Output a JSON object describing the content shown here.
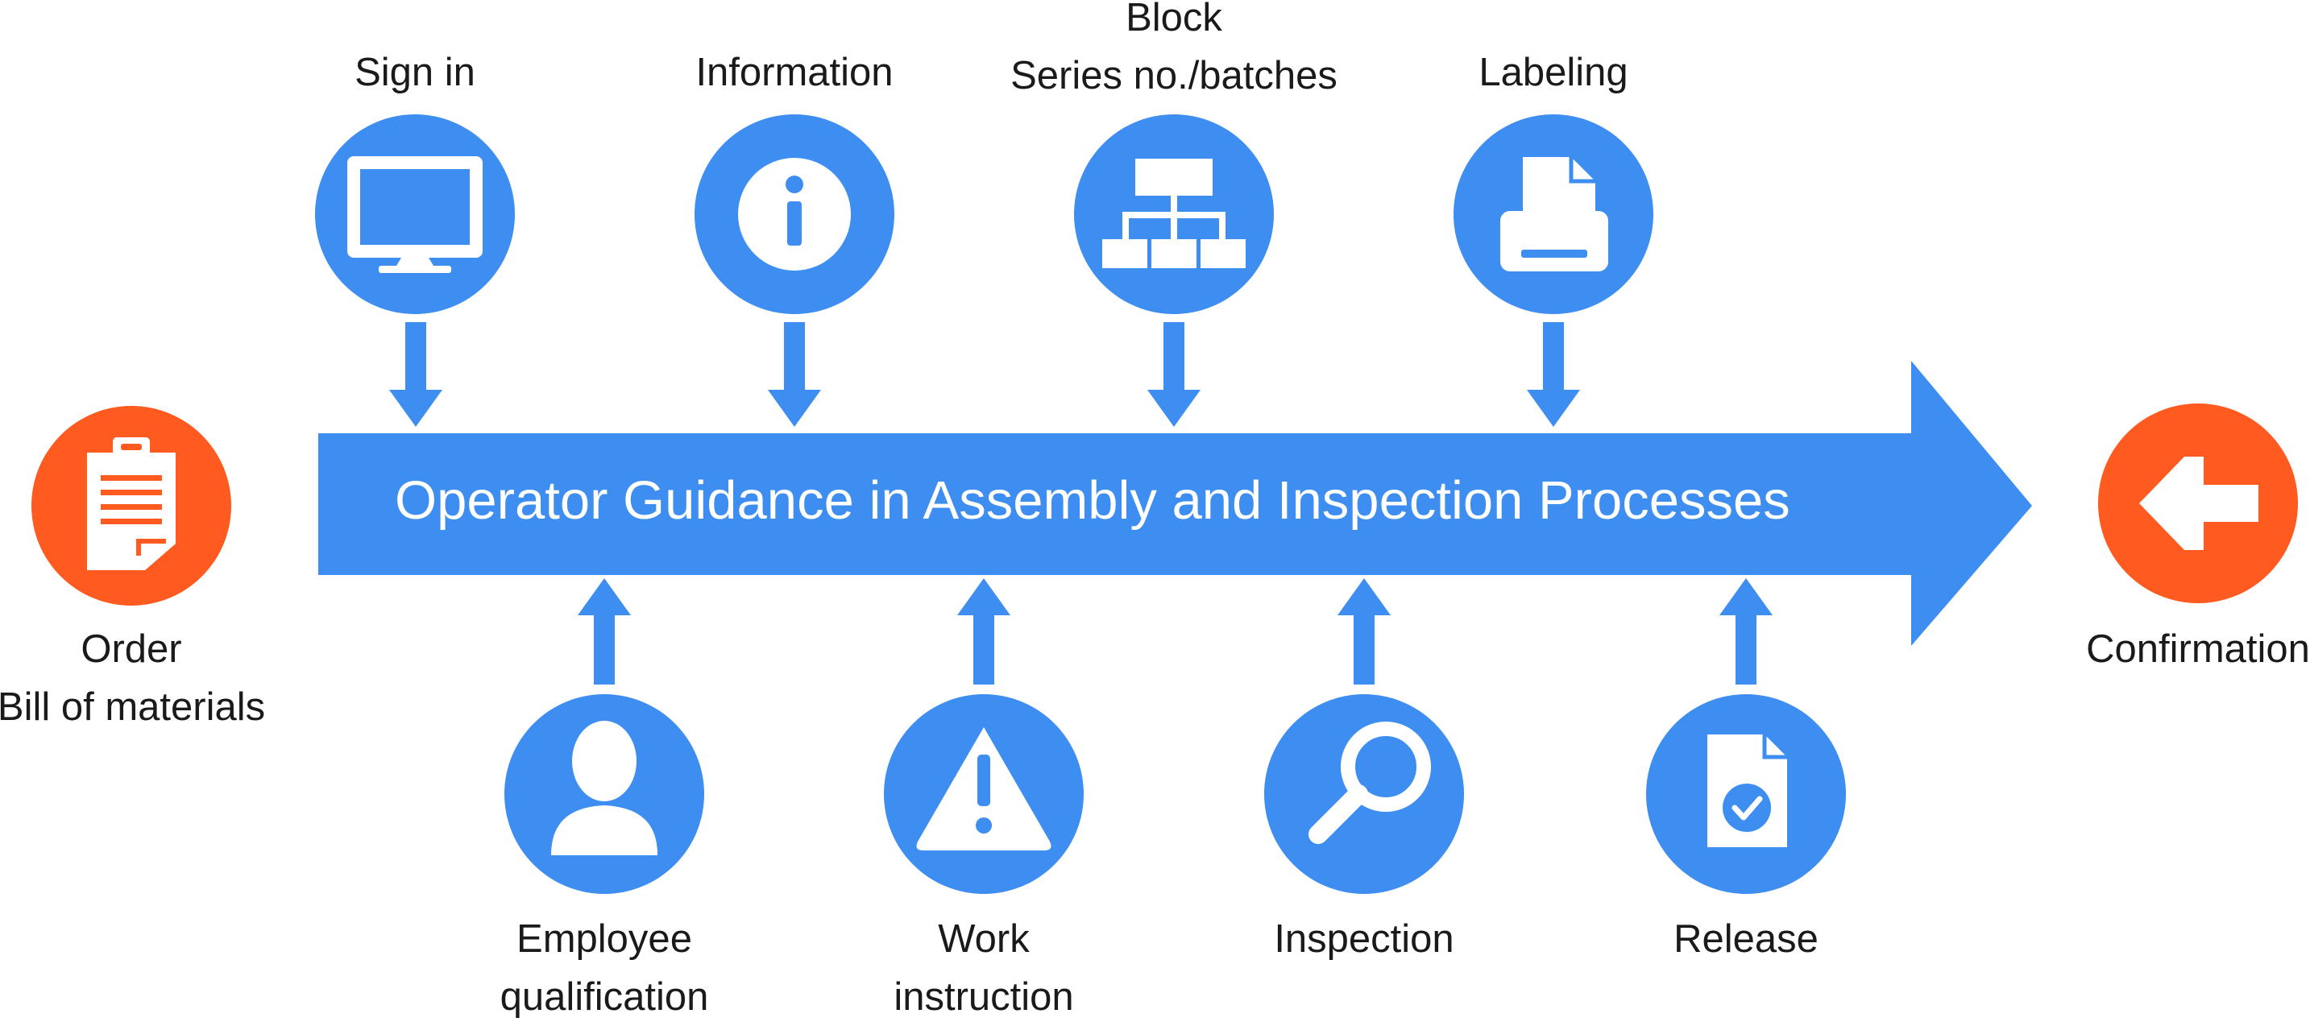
{
  "title": "Operator Guidance in Assembly and Inspection Processes",
  "colors": {
    "blue": "#3d8ef0",
    "orange": "#ff5a1f",
    "white": "#ffffff",
    "text": "#1a1a1a"
  },
  "start": {
    "icon": "clipboard-icon",
    "lines": [
      "Order",
      "Bill of materials"
    ]
  },
  "end": {
    "icon": "arrow-left-icon",
    "lines": [
      "Confirmation"
    ]
  },
  "top_steps": [
    {
      "icon": "monitor-icon",
      "lines": [
        "Sign in"
      ]
    },
    {
      "icon": "info-icon",
      "lines": [
        "Information"
      ]
    },
    {
      "icon": "hierarchy-icon",
      "lines": [
        "Block",
        "Series no./batches"
      ]
    },
    {
      "icon": "printer-icon",
      "lines": [
        "Labeling"
      ]
    }
  ],
  "bottom_steps": [
    {
      "icon": "user-icon",
      "lines": [
        "Employee",
        "qualification"
      ]
    },
    {
      "icon": "warning-icon",
      "lines": [
        "Work",
        "instruction"
      ]
    },
    {
      "icon": "magnifier-icon",
      "lines": [
        "Inspection"
      ]
    },
    {
      "icon": "document-check-icon",
      "lines": [
        "Release"
      ]
    }
  ]
}
